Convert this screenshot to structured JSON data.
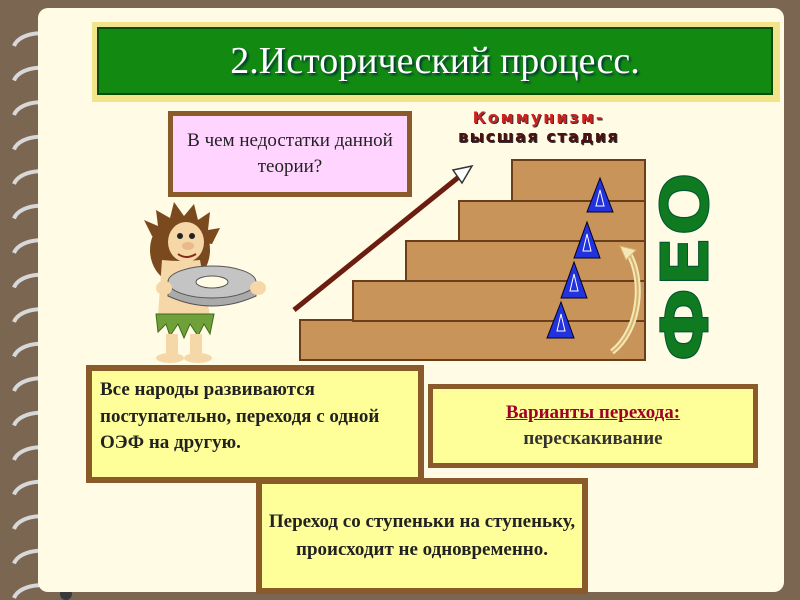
{
  "slide": {
    "title": "2.Исторический процесс.",
    "question": "В чем недостатки данной теории?",
    "communism_line1": "Коммунизм-",
    "communism_line2": "высшая стадия",
    "vertical_label": "ФЕО",
    "statement": "Все народы развиваются поступательно, переходя с одной ОЭФ на другую.",
    "variants_heading": "Варианты перехода:",
    "variants_text": "перескакивание",
    "note": "Переход со ступеньки на ступеньку, происходит не одновременно."
  },
  "colors": {
    "background": "#7b6652",
    "page": "#fffbe4",
    "title_bg": "#128a12",
    "frame": "#8b5a2b",
    "question_bg": "#ffd5ff",
    "box_bg": "#ffff99",
    "stairs": "#c8945a",
    "triangles": "#2233dd",
    "feo": "#0f7a1f"
  },
  "icons": [
    "spiral-binding-icon",
    "caveman-illustration",
    "staircase-diagram",
    "arrow-icon",
    "triangle-marker-icon",
    "curved-arrow-icon"
  ]
}
